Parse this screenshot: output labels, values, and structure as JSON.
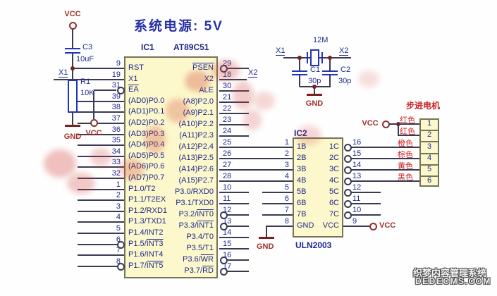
{
  "title": "系统电源: 5V",
  "colors": {
    "wire": "#3a3a52",
    "component_blue": "#2334b5",
    "chip_fill": "#fcf8cb",
    "chip_border": "#74745a",
    "pin_text": "#1f2a8c",
    "junction_dot": "#7c1f1f",
    "terminal_label": "#a03028",
    "wire_color_label": "#cc2020"
  },
  "ic1": {
    "ref": "IC1",
    "part": "AT89C51",
    "left_pins": [
      {
        "n": "9",
        "label": "RST"
      },
      {
        "n": "19",
        "label": "X1",
        "net": "X1"
      },
      {
        "n": "31",
        "label": "",
        "ov": "EA",
        "bubble": true
      },
      {
        "n": "39",
        "label": "(AD0)P0.0"
      },
      {
        "n": "38",
        "label": "(AD1)P0.1"
      },
      {
        "n": "37",
        "label": "(AD2)P0.2"
      },
      {
        "n": "36",
        "label": "(AD3)P0.3"
      },
      {
        "n": "35",
        "label": "(AD4)P0.4"
      },
      {
        "n": "34",
        "label": "(AD5)P0.5"
      },
      {
        "n": "33",
        "label": "(AD6)P0.6"
      },
      {
        "n": "32",
        "label": "(AD7)P0.7"
      },
      {
        "n": "1",
        "label": "P1.0/T2"
      },
      {
        "n": "2",
        "label": "P1.1/T2EX"
      },
      {
        "n": "3",
        "label": "P1.2/RXD1"
      },
      {
        "n": "4",
        "label": "P1.3/TXD1"
      },
      {
        "n": "5",
        "label": "P1.4/INT2"
      },
      {
        "n": "6",
        "label": "P1.5/",
        "ov": "INT3",
        "bubble": true
      },
      {
        "n": "7",
        "label": "P1.6/INT4"
      },
      {
        "n": "8",
        "label": "P1.7/",
        "ov": "INT5",
        "bubble": true
      }
    ],
    "right_pins": [
      {
        "n": "29",
        "label": "",
        "ov": "PSEN",
        "bubble": true
      },
      {
        "n": "18",
        "label": "X2",
        "net": "X2"
      },
      {
        "n": "30",
        "label": "ALE"
      },
      {
        "n": "21",
        "label": "(A8)P2.0"
      },
      {
        "n": "22",
        "label": "(A9)P2.1"
      },
      {
        "n": "23",
        "label": "(A10)P2.2"
      },
      {
        "n": "24",
        "label": "(A11)P2.3"
      },
      {
        "n": "25",
        "label": "(A12)P2.4",
        "long": true
      },
      {
        "n": "26",
        "label": "(A13)P2.5",
        "long": true
      },
      {
        "n": "27",
        "label": "(A14)P2.6",
        "long": true
      },
      {
        "n": "28",
        "label": "(A15)P2.7",
        "long": true
      },
      {
        "n": "10",
        "label": "P3.0/RXD0"
      },
      {
        "n": "11",
        "label": "P3.1/TXD0"
      },
      {
        "n": "12",
        "label": "P3.2/",
        "ov": "INT0",
        "bubble": true
      },
      {
        "n": "13",
        "label": "P3.3/",
        "ov": "INT1",
        "bubble": true
      },
      {
        "n": "14",
        "label": "P3.4/T0"
      },
      {
        "n": "15",
        "label": "P3.5/T1"
      },
      {
        "n": "16",
        "label": "P3.6/",
        "ov": "WR",
        "bubble": true
      },
      {
        "n": "17",
        "label": "P3.7/",
        "ov": "RD",
        "bubble": true
      }
    ]
  },
  "ic2": {
    "ref": "IC2",
    "part": "ULN2003",
    "gnd_terminal": "GND",
    "vcc_terminal": "VCC",
    "left_pins": [
      {
        "n": "1",
        "label": "1B"
      },
      {
        "n": "2",
        "label": "2B"
      },
      {
        "n": "3",
        "label": "3B"
      },
      {
        "n": "4",
        "label": "4B"
      },
      {
        "n": "5",
        "label": "5B"
      },
      {
        "n": "6",
        "label": "6B"
      },
      {
        "n": "7",
        "label": "7B"
      },
      {
        "n": "8",
        "label": "GND"
      }
    ],
    "right_pins": [
      {
        "n": "16",
        "label": "1C",
        "bubble": true,
        "long": true
      },
      {
        "n": "15",
        "label": "2C",
        "bubble": true,
        "long": true
      },
      {
        "n": "14",
        "label": "3C",
        "bubble": true,
        "long": true
      },
      {
        "n": "13",
        "label": "4C",
        "bubble": true,
        "long": true
      },
      {
        "n": "12",
        "label": "5C",
        "bubble": true
      },
      {
        "n": "11",
        "label": "6C",
        "bubble": true
      },
      {
        "n": "10",
        "label": "7C",
        "bubble": true
      },
      {
        "n": "9",
        "label": "VCC",
        "vcc": true
      }
    ]
  },
  "power": {
    "vcc": "VCC",
    "gnd": "GND",
    "ea_vcc": "VCC",
    "c3": {
      "ref": "C3",
      "value": "10uF"
    },
    "r1": {
      "ref": "R1",
      "value": "10K"
    }
  },
  "crystal": {
    "x1": "X1",
    "x2": "X2",
    "freq": "12M",
    "gnd": "GND",
    "c1": {
      "ref": "C1",
      "value": "30p"
    },
    "c2": {
      "ref": "C2",
      "value": "30p"
    }
  },
  "motor": {
    "title": "步进电机",
    "vcc": "VCC",
    "pins": [
      {
        "n": "1",
        "wire": "红色"
      },
      {
        "n": "2",
        "wire": "红色"
      },
      {
        "n": "3",
        "wire": "橙色"
      },
      {
        "n": "4",
        "wire": "棕色"
      },
      {
        "n": "5",
        "wire": "黄色"
      },
      {
        "n": "6",
        "wire": "黑色"
      }
    ]
  },
  "site_watermark": {
    "line1": "织梦内容管理系统",
    "line2": "DEDECMS.COM"
  }
}
